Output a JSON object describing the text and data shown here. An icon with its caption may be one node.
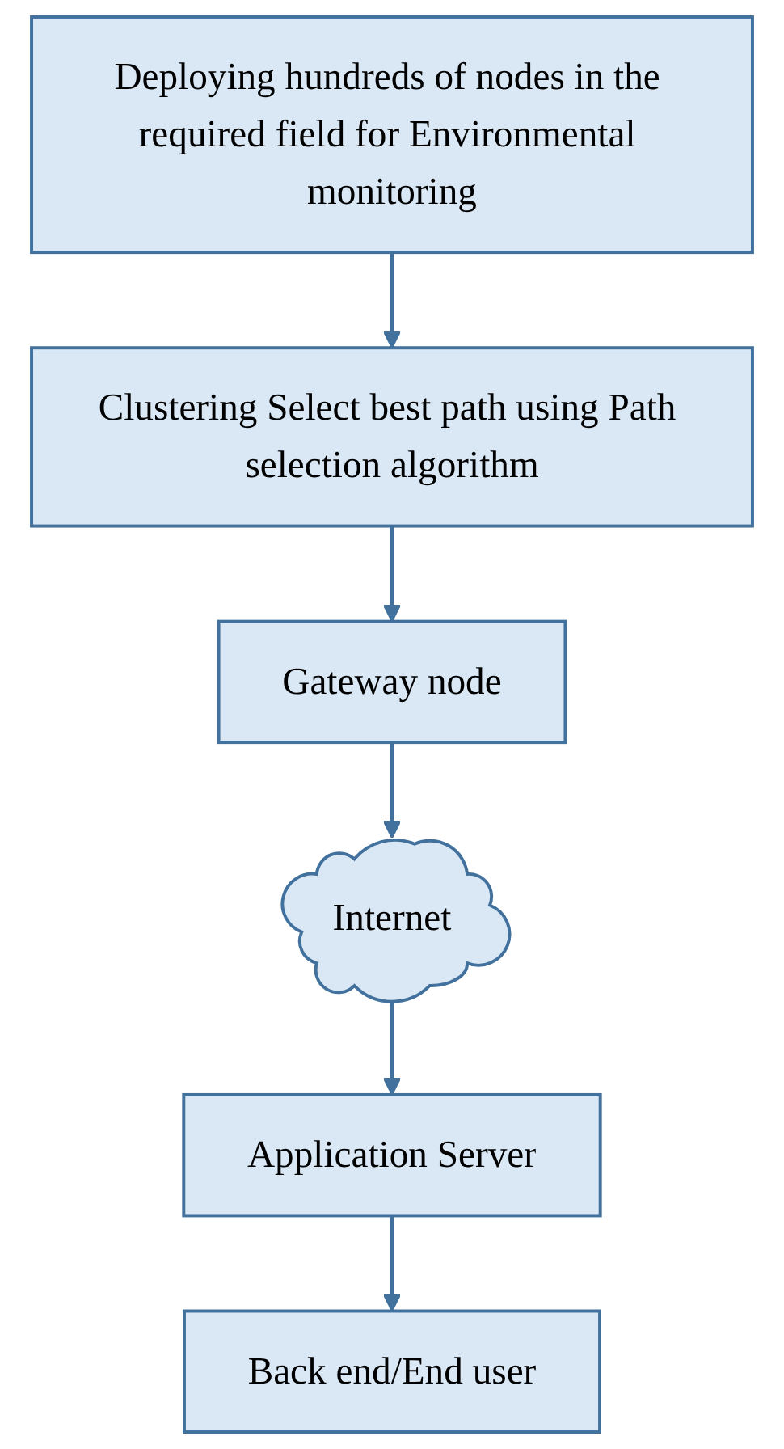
{
  "diagram": {
    "nodes": [
      {
        "text": [
          "Deploying hundreds of nodes in the required field for Environmental monitoring"
        ]
      },
      {
        "text": [
          "Clustering Select best path using Path selection algorithm"
        ]
      },
      {
        "text": [
          "Gateway node"
        ]
      },
      {
        "text": [
          "Internet"
        ]
      },
      {
        "text": [
          "Application Server"
        ]
      },
      {
        "text": [
          "Back end/End user"
        ]
      }
    ],
    "edges": [
      {
        "from": 0,
        "to": 1,
        "arrow": "to"
      },
      {
        "from": 1,
        "to": 2,
        "arrow": "to"
      },
      {
        "from": 2,
        "to": 3,
        "arrow": "to"
      },
      {
        "from": 3,
        "to": 4,
        "arrow": "to"
      },
      {
        "from": 4,
        "to": 5,
        "arrow": "to"
      }
    ]
  }
}
